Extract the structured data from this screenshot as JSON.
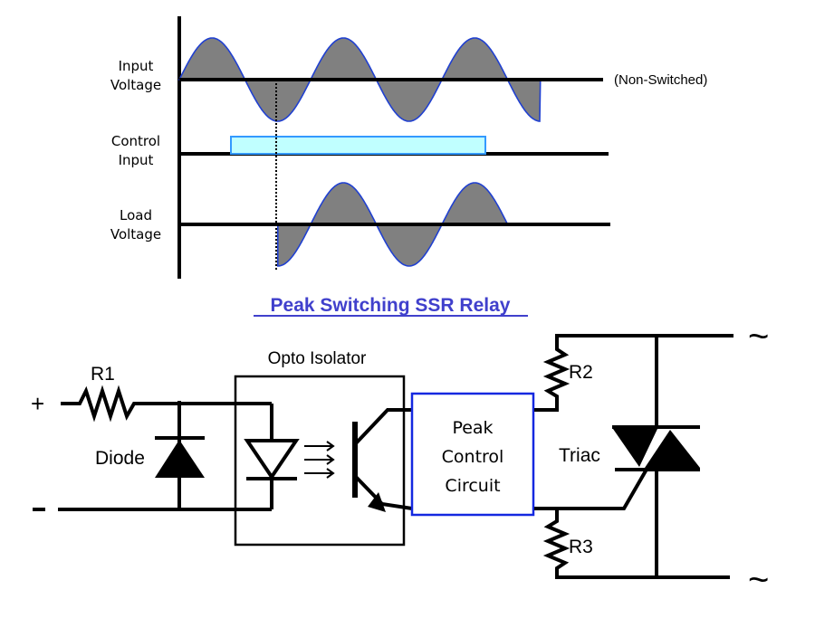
{
  "waveform": {
    "rows": [
      {
        "label_line1": "Input",
        "label_line2": "Voltage",
        "annotation": "(Non-Switched)"
      },
      {
        "label_line1": "Control",
        "label_line2": "Input"
      },
      {
        "label_line1": "Load",
        "label_line2": "Voltage"
      }
    ],
    "input_cycles": 2.75,
    "control_on_fraction_start": 0.12,
    "control_on_fraction_end": 0.71,
    "switch_phase_deg": 270,
    "colors": {
      "wave_stroke": "#2040d0",
      "wave_fill": "#808080",
      "control_fill": "#c0ffff",
      "control_stroke": "#3399ff"
    }
  },
  "title": "Peak Switching SSR Relay",
  "circuit": {
    "plus": "+",
    "minus": "-",
    "r1": "R1",
    "diode": "Diode",
    "opto": "Opto Isolator",
    "control_block": [
      "Peak",
      "Control",
      "Circuit"
    ],
    "r2": "R2",
    "r3": "R3",
    "triac": "Triac",
    "ac_top": "~",
    "ac_bottom": "~",
    "colors": {
      "control_block_border": "#1428e0",
      "title": "#4040cc"
    }
  }
}
